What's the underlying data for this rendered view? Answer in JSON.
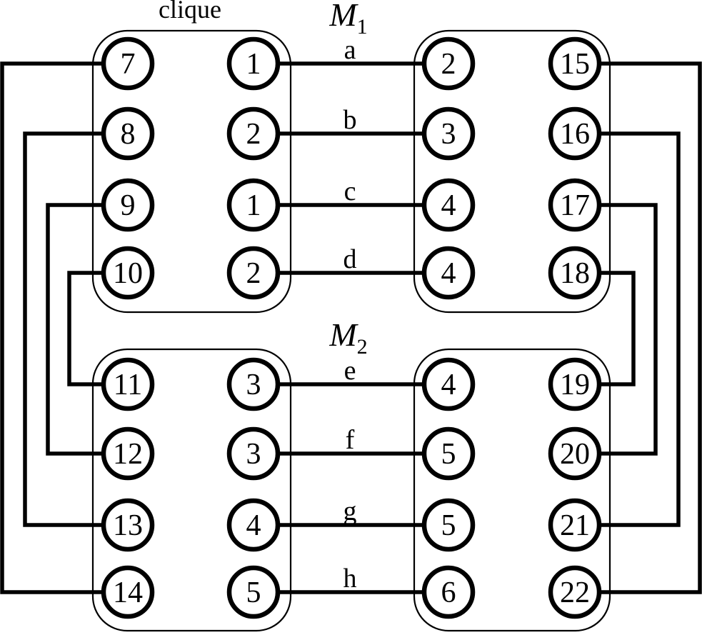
{
  "diagram": {
    "background": "#ffffff",
    "stroke_color": "#000000"
  },
  "labels": {
    "clique": "clique",
    "m1": {
      "base": "M",
      "sub": "1"
    },
    "m2": {
      "base": "M",
      "sub": "2"
    }
  },
  "cliques": [
    {
      "id": "top-left",
      "left_nodes": [
        "7",
        "8",
        "9",
        "10"
      ],
      "right_nodes": [
        "1",
        "2",
        "1",
        "2"
      ]
    },
    {
      "id": "top-right",
      "left_nodes": [
        "2",
        "3",
        "4",
        "4"
      ],
      "right_nodes": [
        "15",
        "16",
        "17",
        "18"
      ]
    },
    {
      "id": "bottom-left",
      "left_nodes": [
        "11",
        "12",
        "13",
        "14"
      ],
      "right_nodes": [
        "3",
        "3",
        "4",
        "5"
      ]
    },
    {
      "id": "bottom-right",
      "left_nodes": [
        "4",
        "5",
        "5",
        "6"
      ],
      "right_nodes": [
        "19",
        "20",
        "21",
        "22"
      ]
    }
  ],
  "matching_edges": [
    {
      "label": "a",
      "matching": "M1",
      "left_node": "1",
      "right_node": "2"
    },
    {
      "label": "b",
      "matching": "M1",
      "left_node": "2",
      "right_node": "3"
    },
    {
      "label": "c",
      "matching": "M1",
      "left_node": "1",
      "right_node": "4"
    },
    {
      "label": "d",
      "matching": "M1",
      "left_node": "2",
      "right_node": "4"
    },
    {
      "label": "e",
      "matching": "M2",
      "left_node": "3",
      "right_node": "4"
    },
    {
      "label": "f",
      "matching": "M2",
      "left_node": "3",
      "right_node": "5"
    },
    {
      "label": "g",
      "matching": "M2",
      "left_node": "4",
      "right_node": "5"
    },
    {
      "label": "h",
      "matching": "M2",
      "left_node": "5",
      "right_node": "6"
    }
  ],
  "outer_connections": {
    "left": [
      [
        "7",
        "14"
      ],
      [
        "8",
        "13"
      ],
      [
        "9",
        "12"
      ],
      [
        "10",
        "11"
      ]
    ],
    "right": [
      [
        "15",
        "22"
      ],
      [
        "16",
        "21"
      ],
      [
        "17",
        "20"
      ],
      [
        "18",
        "19"
      ]
    ]
  }
}
